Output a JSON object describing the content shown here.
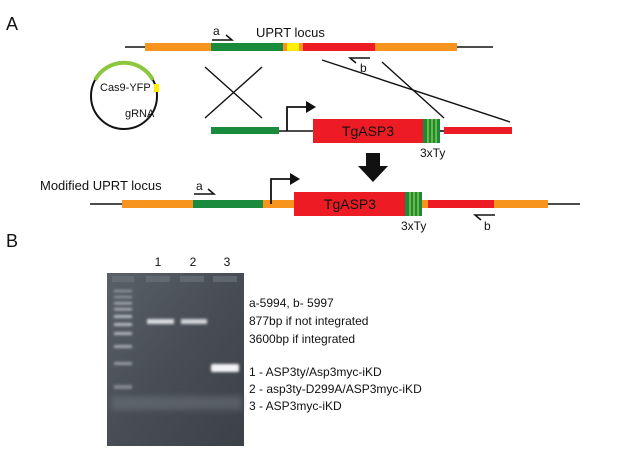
{
  "panel_a": {
    "label": "A",
    "uprt_locus_label": "UPRT locus",
    "primer_a": "a",
    "primer_b": "b",
    "plasmid_label": "Cas9-YFP",
    "grna_label": "gRNA",
    "construct_gene": "TgASP3",
    "tag_label": "3xTy",
    "modified_locus_label": "Modified UPRT locus",
    "modified_primer_a": "a",
    "modified_primer_b": "b",
    "modified_gene": "TgASP3",
    "modified_tag": "3xTy",
    "colors": {
      "orange": "#f7941d",
      "green": "#1a8a3c",
      "red": "#ed1c24",
      "yellow": "#ffef00",
      "lime": "#8dc63f",
      "line": "#111111"
    }
  },
  "panel_b": {
    "label": "B",
    "lanes": [
      "1",
      "2",
      "3"
    ],
    "notes": [
      "a-5994, b- 5997",
      "877bp if not integrated",
      "3600bp if integrated"
    ],
    "samples": [
      "1 - ASP3ty/Asp3myc-iKD",
      "2 - asp3ty-D299A/ASP3myc-iKD",
      "3 - ASP3myc-iKD"
    ]
  }
}
